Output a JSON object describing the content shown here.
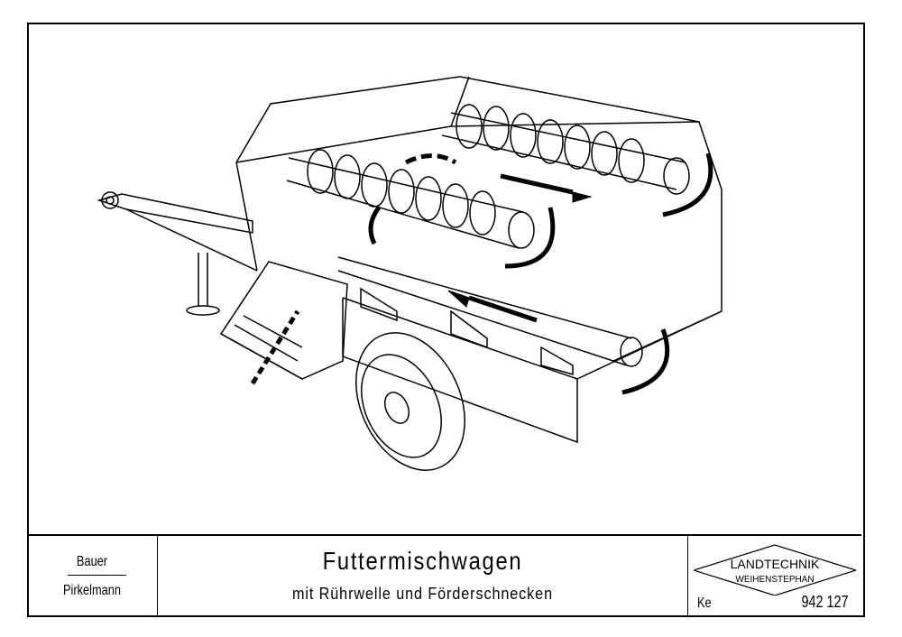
{
  "title_block": {
    "authors": [
      "Bauer",
      "Pirkelmann"
    ],
    "title": "Futtermischwagen",
    "subtitle": "mit Rührwelle und Förderschnecken",
    "logo_text": [
      "LANDTECHNIK",
      "WEIHENSTEPHAN"
    ],
    "drawer_code": "Ke",
    "drawing_number": "942 127"
  }
}
